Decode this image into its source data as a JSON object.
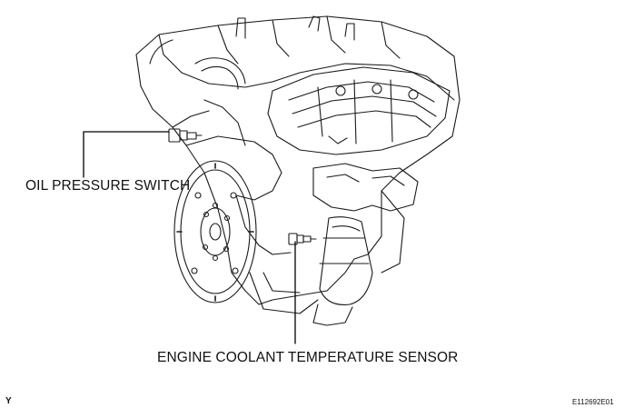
{
  "labels": {
    "oil_pressure_switch": "OIL PRESSURE SWITCH",
    "engine_coolant_temperature_sensor": "ENGINE COOLANT TEMPERATURE SENSOR"
  },
  "corner": {
    "left_code": "Y",
    "figure_id": "E112692E01"
  },
  "colors": {
    "line": "#1a1a1a",
    "background": "#ffffff"
  }
}
